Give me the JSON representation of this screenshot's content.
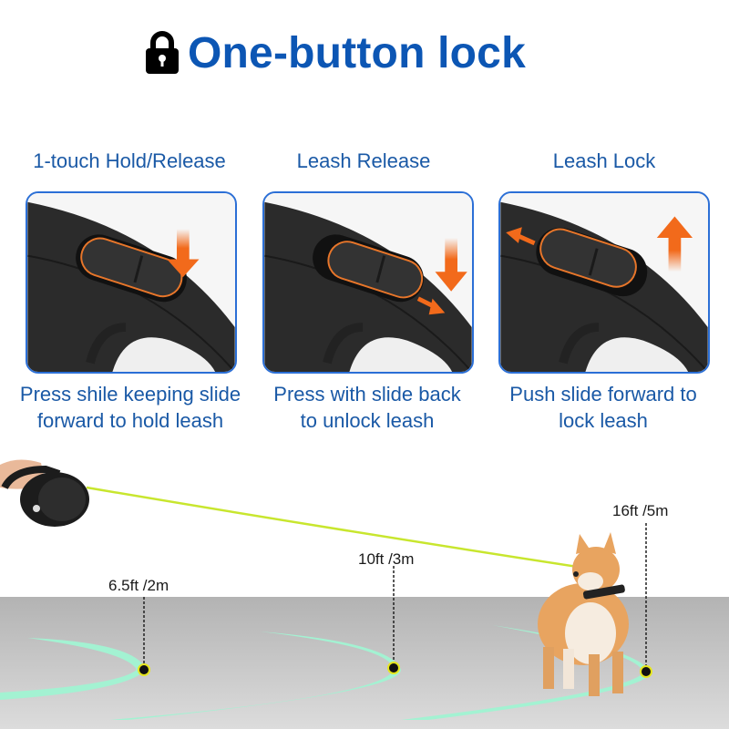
{
  "header": {
    "title": "One-button lock",
    "icon": "lock-icon",
    "title_color": "#0c56b4"
  },
  "steps": [
    {
      "label": "1-touch Hold/Release",
      "description_line1": "Press shile keeping slide",
      "description_line2": "forward to hold leash",
      "arrows": [
        "arrow-down"
      ]
    },
    {
      "label": "Leash Release",
      "description_line1": "Press with slide back",
      "description_line2": "to unlock leash",
      "arrows": [
        "arrow-down",
        "arrow-back"
      ]
    },
    {
      "label": "Leash Lock",
      "description_line1": "Push slide forward to",
      "description_line2": "lock leash",
      "arrows": [
        "arrow-up",
        "arrow-forward"
      ]
    }
  ],
  "distances": [
    {
      "label": "6.5ft /2m"
    },
    {
      "label": "10ft /3m"
    },
    {
      "label": "16ft /5m"
    }
  ],
  "colors": {
    "accent_blue": "#1a59a6",
    "panel_border": "#2b6fd6",
    "arrow_orange": "#f26a1b",
    "leash_yellow": "#c8e62e",
    "path_mint": "#9ef0d0",
    "ground_gray": "#b5b5b5"
  }
}
